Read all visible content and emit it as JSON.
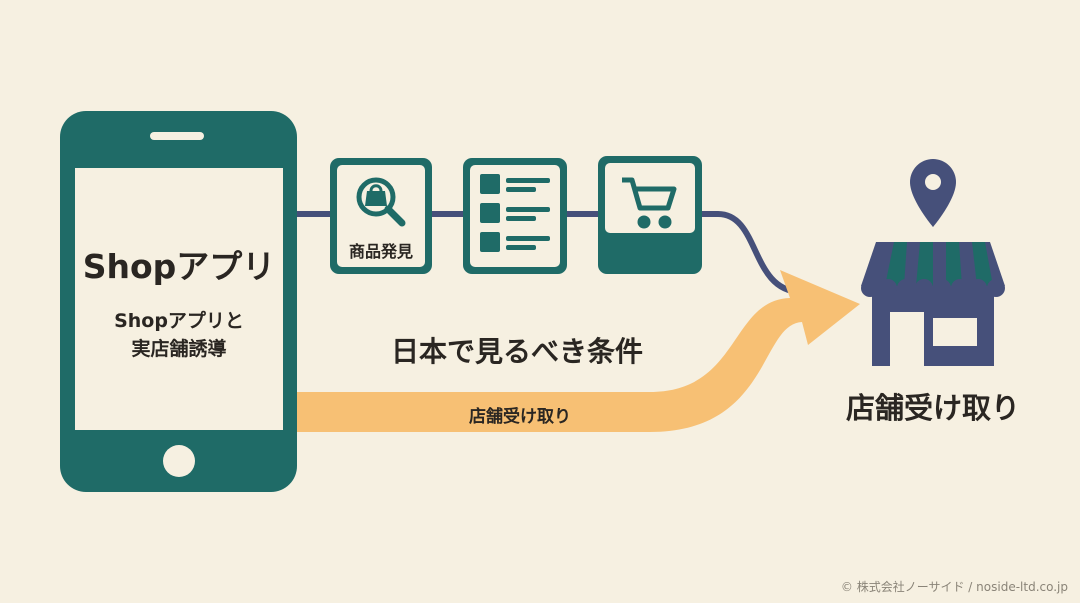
{
  "phone": {
    "title": "Shopアプリ",
    "subtitle_line1": "Shopアプリと",
    "subtitle_line2": "実店舗誘導"
  },
  "steps": [
    {
      "label": "商品発見",
      "icon": "magnifier-bag-icon"
    },
    {
      "label": "",
      "icon": "list-icon"
    },
    {
      "label": "",
      "icon": "cart-icon"
    }
  ],
  "center_heading": "日本で見るべき条件",
  "arrow_label": "店舗受け取り",
  "store": {
    "label": "店舗受け取り",
    "pin_icon": "location-pin-icon",
    "store_icon": "store-icon"
  },
  "footer": {
    "copyright": "© 株式会社ノーサイド / noside-ltd.co.jp"
  },
  "colors": {
    "background": "#f6f0e1",
    "teal": "#1f6b67",
    "navy": "#46507a",
    "orange": "#f7c074",
    "text": "#2a2622"
  }
}
